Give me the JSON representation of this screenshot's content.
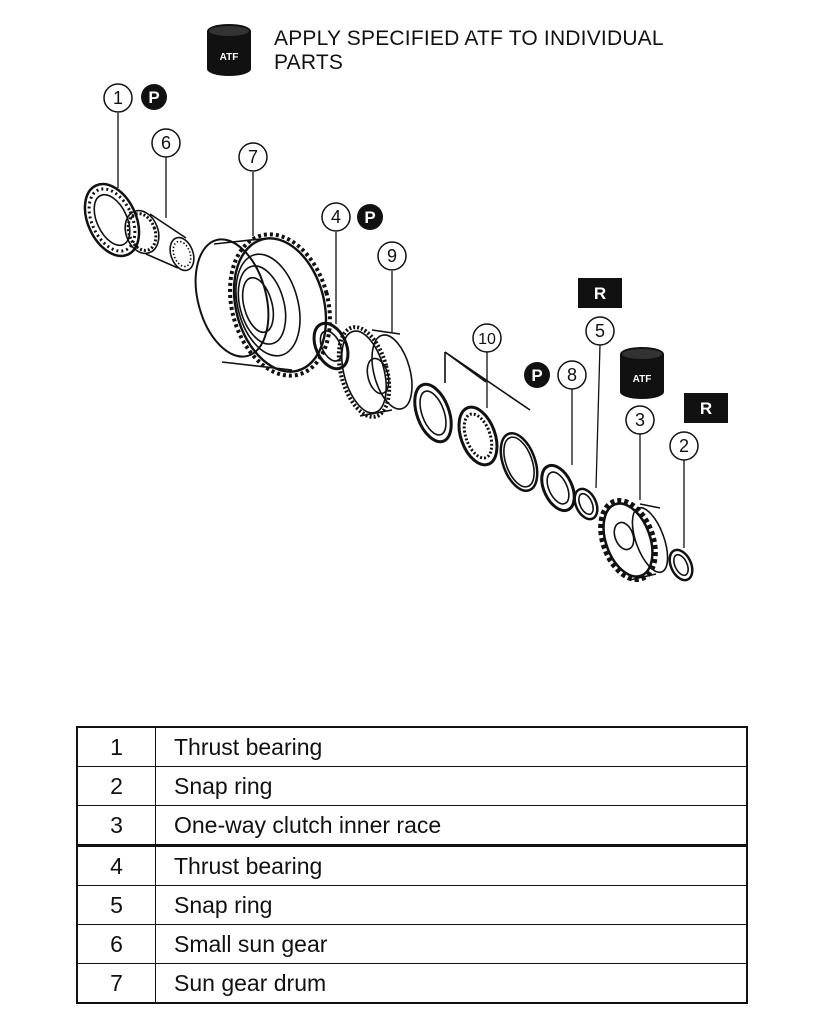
{
  "legend": {
    "atf_icon_label": "ATF",
    "text": "APPLY SPECIFIED ATF TO INDIVIDUAL PARTS",
    "icon": "atf-can-icon"
  },
  "markers": {
    "petroleum_jelly": "P",
    "replace": "R"
  },
  "callouts": [
    "1",
    "2",
    "3",
    "4",
    "5",
    "6",
    "7",
    "8",
    "9",
    "10"
  ],
  "parts_table": {
    "rows": [
      {
        "num": "1",
        "name": "Thrust bearing"
      },
      {
        "num": "2",
        "name": "Snap ring"
      },
      {
        "num": "3",
        "name": "One-way clutch inner race"
      },
      {
        "num": "4",
        "name": "Thrust bearing"
      },
      {
        "num": "5",
        "name": "Snap ring"
      },
      {
        "num": "6",
        "name": "Small sun gear"
      },
      {
        "num": "7",
        "name": "Sun gear drum"
      }
    ]
  }
}
